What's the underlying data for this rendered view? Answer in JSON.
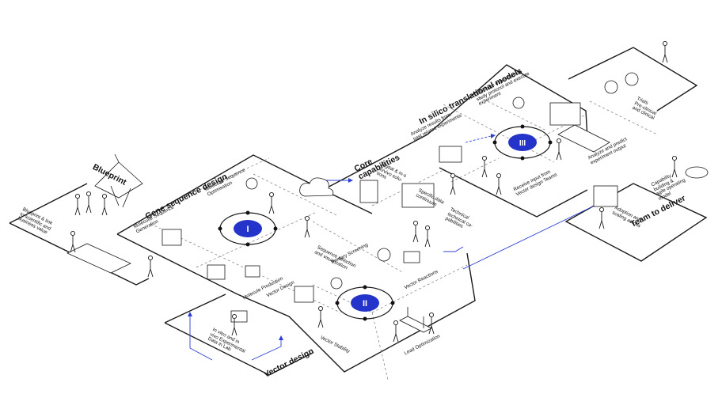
{
  "sections": {
    "blueprint": "Blueprint",
    "gene_sequence_design": "Gene sequence design",
    "core_capabilities": "Core\ncapabilities",
    "in_silico": "In silico translational models",
    "team_to_deliver": "Team to deliver",
    "vector_design": "Vector design"
  },
  "hubs": {
    "one": "I",
    "two": "II",
    "three": "III"
  },
  "labels": {
    "blueprint_link": "Blueprint & link\nto scientific and\nbusiness value",
    "molecular_sequence_generation": "Molecular Sequence\nGeneration",
    "molecular_sequence_optimisation": "Molecular Sequence\nOptimisation",
    "molecule_production": "Molecule Production",
    "vector_design_step": "Vector Design",
    "sequence_selection": "Sequence selection\nand visualization",
    "primary_screening": "Primary Screening",
    "digital_in_silico": "Digital & in-s\nin/vivo solu-\ntions",
    "specific_data_continuum": "Specific data\ncontinuum",
    "technical_capabilities": "Technical\ntechnical ca-\npabilities",
    "analyze_results": "Analyze results from\npast related experiments",
    "determine_protocol": "Determine experimental\nstudy protocol and execute\nexperiment",
    "analyze_predict": "Analyze and predict\nexperiment output",
    "receive_input": "Receive input from\nVector design Teams",
    "trials": "Trials\nPre-clinical\nand clinical",
    "capability_building": "Capability\nbuilding &\nagile operating\nmodel",
    "adoption_scaling": "Adoption and\nscaling across",
    "vector_reactions": "Vector Reactions",
    "vector_stability": "Vector Stability",
    "lead_optimization": "Lead Optimization",
    "in_vitro_in_vivo": "In vitro and in\nvivo Experimental\nData in Lab"
  },
  "colors": {
    "line": "#1a1a1a",
    "dashed": "#7a7a7a",
    "accent": "#2b3fd4",
    "hub": "#2433c9"
  }
}
